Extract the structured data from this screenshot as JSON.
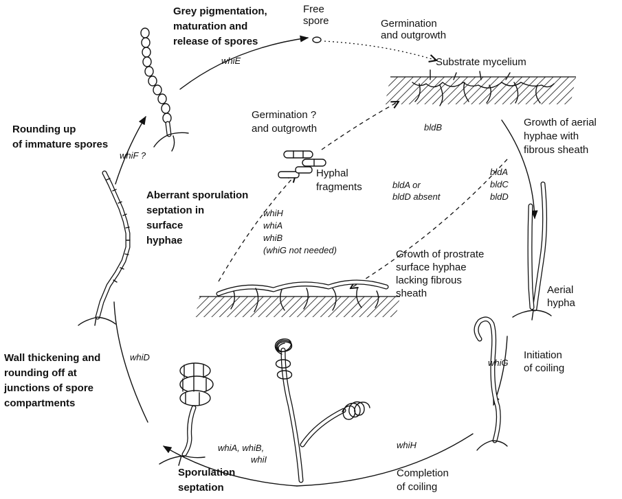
{
  "labels": {
    "free_spore": [
      "Free",
      "spore"
    ],
    "germination_outgrowth": [
      "Germination",
      "and outgrowth"
    ],
    "substrate_mycelium": "Substrate mycelium",
    "grey_pigmentation": [
      "Grey pigmentation,",
      "maturation and",
      "release of spores"
    ],
    "rounding_up": [
      "Rounding up",
      "of immature spores"
    ],
    "germination_q": [
      "Germination ?",
      "and outgrowth"
    ],
    "hyphal_fragments": [
      "Hyphal",
      "fragments"
    ],
    "aberrant_sporulation": [
      "Aberrant sporulation",
      "septation in",
      "surface",
      "hyphae"
    ],
    "growth_aerial": [
      "Growth of aerial",
      "hyphae with",
      "fibrous sheath"
    ],
    "growth_prostrate": [
      "Growth of prostrate",
      "surface hyphae",
      "lacking fibrous",
      "sheath"
    ],
    "aerial_hypha": [
      "Aerial",
      "hypha"
    ],
    "initiation_coiling": [
      "Initiation",
      "of coiling"
    ],
    "wall_thickening": [
      "Wall thickening and",
      "rounding off at",
      "junctions of spore",
      "compartments"
    ],
    "sporulation_septation": [
      "Sporulation",
      "septation"
    ],
    "completion_coiling": [
      "Completion",
      "of coiling"
    ]
  },
  "genes": {
    "whiE": "whiE",
    "whiF": "whiF ?",
    "bldB": "bldB",
    "bld_list": [
      "bldA",
      "bldC",
      "bldD"
    ],
    "bld_absent": [
      "bldA or",
      "bldD absent"
    ],
    "whi_list": [
      "whiH",
      "whiA",
      "whiB"
    ],
    "whiG_not_needed": "(whiG not needed)",
    "whiG": "whiG",
    "whiD": "whiD",
    "whiH": "whiH",
    "whiABI": [
      "whiA, whiB,",
      "whiI"
    ]
  }
}
